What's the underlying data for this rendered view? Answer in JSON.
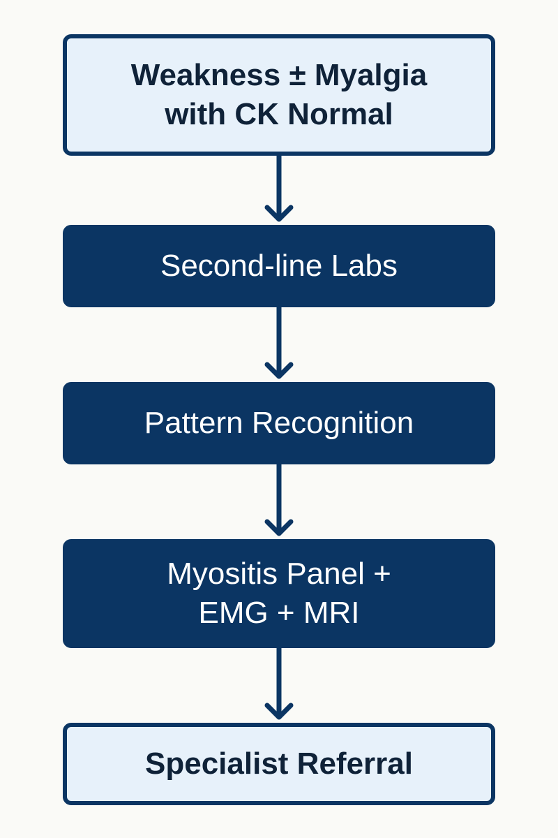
{
  "colors": {
    "background": "#fafaf7",
    "dark_box_fill": "#0b3563",
    "light_box_fill": "#e7f1fa",
    "light_box_border": "#0b3563",
    "dark_box_text": "#ffffff",
    "light_box_text": "#0f2238",
    "arrow": "#0b3563"
  },
  "nodes": [
    {
      "id": "n1",
      "label": "Weakness ± Myalgia\nwith CK Normal",
      "style": "light"
    },
    {
      "id": "n2",
      "label": "Second-line Labs",
      "style": "dark"
    },
    {
      "id": "n3",
      "label": "Pattern Recognition",
      "style": "dark"
    },
    {
      "id": "n4",
      "label": "Myositis Panel +\nEMG + MRI",
      "style": "dark"
    },
    {
      "id": "n5",
      "label": "Specialist Referral",
      "style": "light"
    }
  ],
  "edges": [
    {
      "from": "n1",
      "to": "n2"
    },
    {
      "from": "n2",
      "to": "n3"
    },
    {
      "from": "n3",
      "to": "n4"
    },
    {
      "from": "n4",
      "to": "n5"
    }
  ]
}
